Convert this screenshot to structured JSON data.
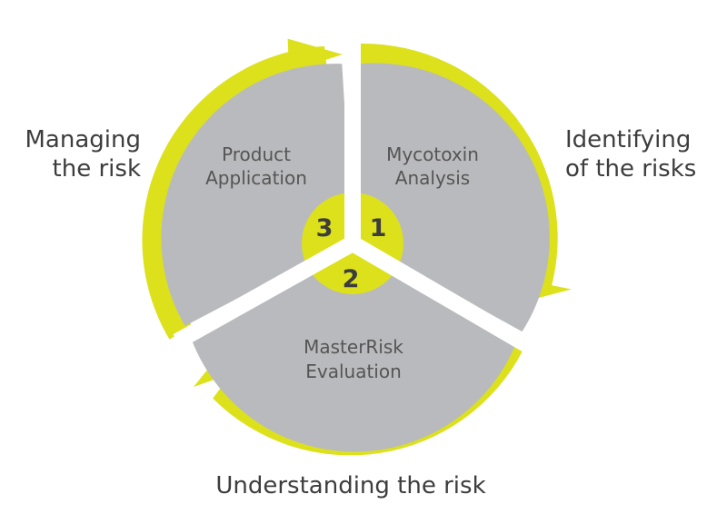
{
  "colors": {
    "accent": "#dce11c",
    "segment": "#b9babd",
    "text": "#3d3d3d",
    "segment_text": "#555555",
    "background": "#ffffff"
  },
  "outer_labels": {
    "managing": [
      "Managing",
      "the risk"
    ],
    "identifying": [
      "Identifying",
      "of the risks"
    ],
    "understanding": "Understanding the risk"
  },
  "segments": [
    {
      "number": "1",
      "lines": [
        "Mycotoxin",
        "Analysis"
      ]
    },
    {
      "number": "2",
      "lines": [
        "MasterRisk",
        "Evaluation"
      ]
    },
    {
      "number": "3",
      "lines": [
        "Product",
        "Application"
      ]
    }
  ],
  "icons": [
    "cycle-arrow-icon",
    "cycle-arrow-icon",
    "cycle-arrow-icon"
  ]
}
